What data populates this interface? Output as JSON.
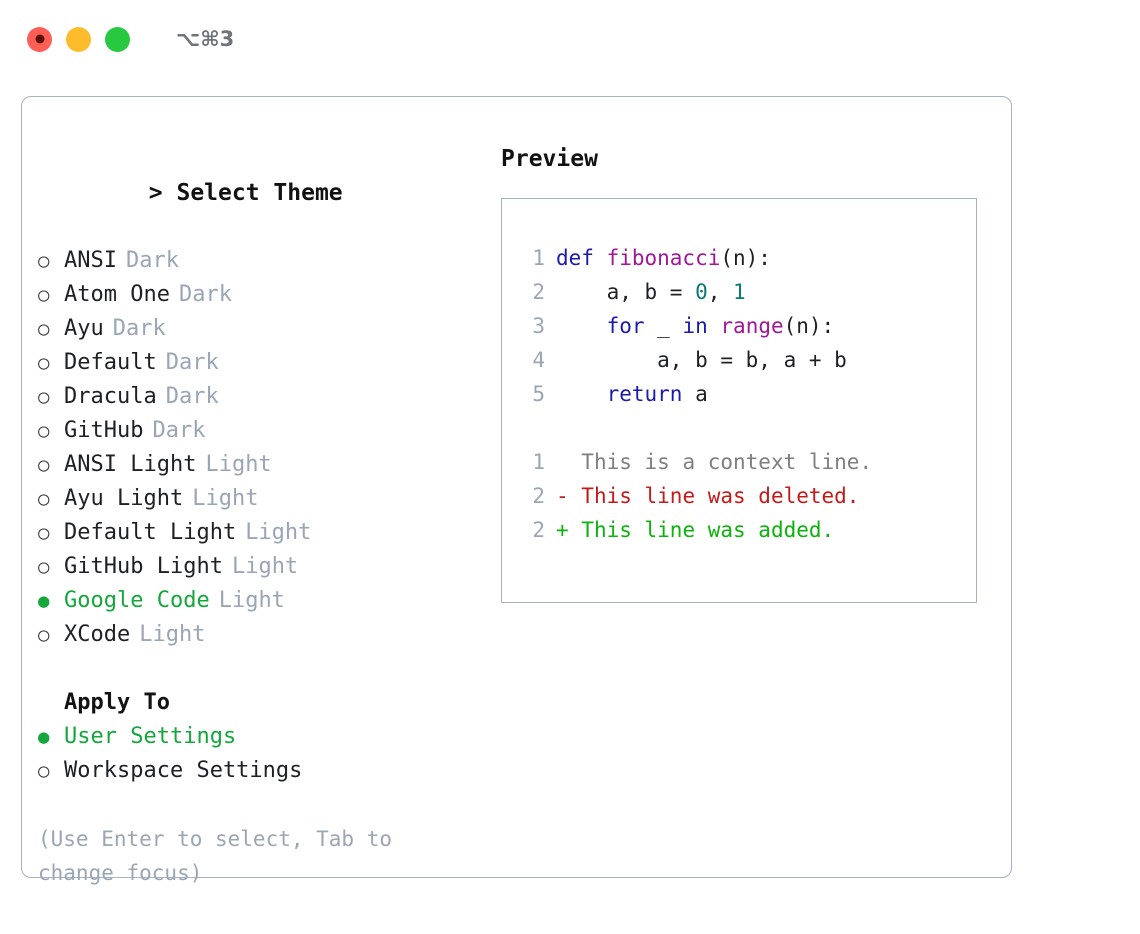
{
  "window": {
    "title": "⌥⌘3",
    "traffic_lights": [
      "close",
      "minimize",
      "maximize"
    ],
    "colors": {
      "close": "#ff5f57",
      "minimize": "#fdbc2c",
      "maximize": "#28c840",
      "panel_border": "#a9b2c2",
      "accent_green": "#14a83c",
      "muted": "#9aa5b6"
    }
  },
  "left": {
    "prompt": "> ",
    "section_title": "Select Theme",
    "themes": [
      {
        "bullet": "○",
        "label": "ANSI",
        "badge": "Dark",
        "selected": false
      },
      {
        "bullet": "○",
        "label": "Atom One",
        "badge": "Dark",
        "selected": false
      },
      {
        "bullet": "○",
        "label": "Ayu",
        "badge": "Dark",
        "selected": false
      },
      {
        "bullet": "○",
        "label": "Default",
        "badge": "Dark",
        "selected": false
      },
      {
        "bullet": "○",
        "label": "Dracula",
        "badge": "Dark",
        "selected": false
      },
      {
        "bullet": "○",
        "label": "GitHub",
        "badge": "Dark",
        "selected": false
      },
      {
        "bullet": "○",
        "label": "ANSI Light",
        "badge": "Light",
        "selected": false
      },
      {
        "bullet": "○",
        "label": "Ayu Light",
        "badge": "Light",
        "selected": false
      },
      {
        "bullet": "○",
        "label": "Default Light",
        "badge": "Light",
        "selected": false
      },
      {
        "bullet": "○",
        "label": "GitHub Light",
        "badge": "Light",
        "selected": false
      },
      {
        "bullet": "●",
        "label": "Google Code",
        "badge": "Light",
        "selected": true
      },
      {
        "bullet": "○",
        "label": "XCode",
        "badge": "Light",
        "selected": false
      }
    ],
    "apply_title": "Apply To",
    "apply_options": [
      {
        "bullet": "●",
        "label": "User Settings",
        "selected": true
      },
      {
        "bullet": "○",
        "label": "Workspace Settings",
        "selected": false
      }
    ],
    "hint": "(Use Enter to select, Tab to change focus)"
  },
  "right": {
    "preview_title": "Preview",
    "code_lines": [
      {
        "num": "1",
        "tokens": [
          {
            "t": "def ",
            "c": "kw"
          },
          {
            "t": "fibonacci",
            "c": "fn"
          },
          {
            "t": "(n):",
            "c": "pl"
          }
        ]
      },
      {
        "num": "2",
        "tokens": [
          {
            "t": "    a, b = ",
            "c": "pl"
          },
          {
            "t": "0",
            "c": "num"
          },
          {
            "t": ", ",
            "c": "pl"
          },
          {
            "t": "1",
            "c": "num"
          }
        ]
      },
      {
        "num": "3",
        "tokens": [
          {
            "t": "    ",
            "c": "pl"
          },
          {
            "t": "for",
            "c": "kw"
          },
          {
            "t": " _ ",
            "c": "pl"
          },
          {
            "t": "in",
            "c": "kw"
          },
          {
            "t": " ",
            "c": "pl"
          },
          {
            "t": "range",
            "c": "fn"
          },
          {
            "t": "(n):",
            "c": "pl"
          }
        ]
      },
      {
        "num": "4",
        "tokens": [
          {
            "t": "        a, b = b, a + b",
            "c": "pl"
          }
        ]
      },
      {
        "num": "5",
        "tokens": [
          {
            "t": "    ",
            "c": "pl"
          },
          {
            "t": "return",
            "c": "kw"
          },
          {
            "t": " a",
            "c": "pl"
          }
        ]
      }
    ],
    "diff_lines": [
      {
        "num": "1",
        "marker": "  ",
        "text": "This is a context line.",
        "kind": "ctx"
      },
      {
        "num": "2",
        "marker": "- ",
        "text": "This line was deleted.",
        "kind": "del"
      },
      {
        "num": "2",
        "marker": "+ ",
        "text": "This line was added.",
        "kind": "add"
      }
    ]
  }
}
